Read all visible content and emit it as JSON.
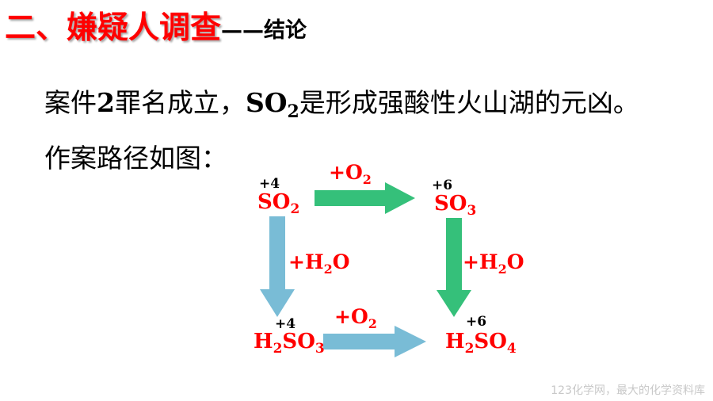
{
  "title": {
    "main": "二、嫌疑人调查",
    "dash": "——",
    "sub": "结论"
  },
  "statement": {
    "prefix": "案件",
    "case_no": "2",
    "middle": "罪名成立，",
    "so2_base": "SO",
    "so2_sub": "2",
    "suffix": "是形成强酸性火山湖的元凶。"
  },
  "path_label": "作案路径如图：",
  "diagram": {
    "so2": {
      "ox": "+4",
      "base": "SO",
      "sub": "2"
    },
    "so3": {
      "ox": "+6",
      "base": "SO",
      "sub": "3"
    },
    "h2so3": {
      "ox": "+4",
      "h": "H",
      "hsub": "2",
      "base": "SO",
      "sub": "3"
    },
    "h2so4": {
      "ox": "+6",
      "h": "H",
      "hsub": "2",
      "base": "SO",
      "sub": "4"
    },
    "o2_top": {
      "pre": "+O",
      "sub": "2"
    },
    "o2_bottom": {
      "pre": "+O",
      "sub": "2"
    },
    "h2o_left": {
      "pre": "+H",
      "sub": "2",
      "post": "O"
    },
    "h2o_right": {
      "pre": "+H",
      "sub": "2",
      "post": "O"
    },
    "colors": {
      "green_arrow": "#35c07a",
      "blue_arrow": "#79bcd6",
      "formula": "#ff0000"
    }
  },
  "watermark": "123化学网，最大的化学资料库"
}
